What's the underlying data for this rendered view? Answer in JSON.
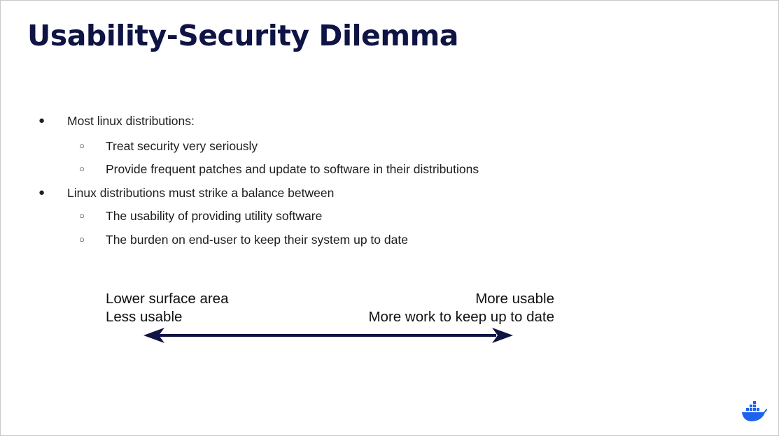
{
  "slide": {
    "title": "Usability-Security Dilemma",
    "bullets": [
      {
        "text": "Most linux distributions:",
        "children": [
          "Treat security very seriously",
          "Provide frequent patches and update to software in their distributions"
        ]
      },
      {
        "text": "Linux distributions must strike a balance between",
        "children": [
          "The usability of providing utility software",
          "The burden on end-user to keep their system up to date"
        ]
      }
    ],
    "markers": {
      "level1": "●",
      "level2": "○"
    },
    "spectrum": {
      "left_line1": "Lower surface area",
      "left_line2": "Less usable",
      "right_line1": "More usable",
      "right_line2": "More work to keep up to date"
    },
    "colors": {
      "title": "#0f1445",
      "arrow": "#0f1445",
      "logo": "#1d63ed"
    },
    "logo_icon": "docker-whale-icon"
  }
}
